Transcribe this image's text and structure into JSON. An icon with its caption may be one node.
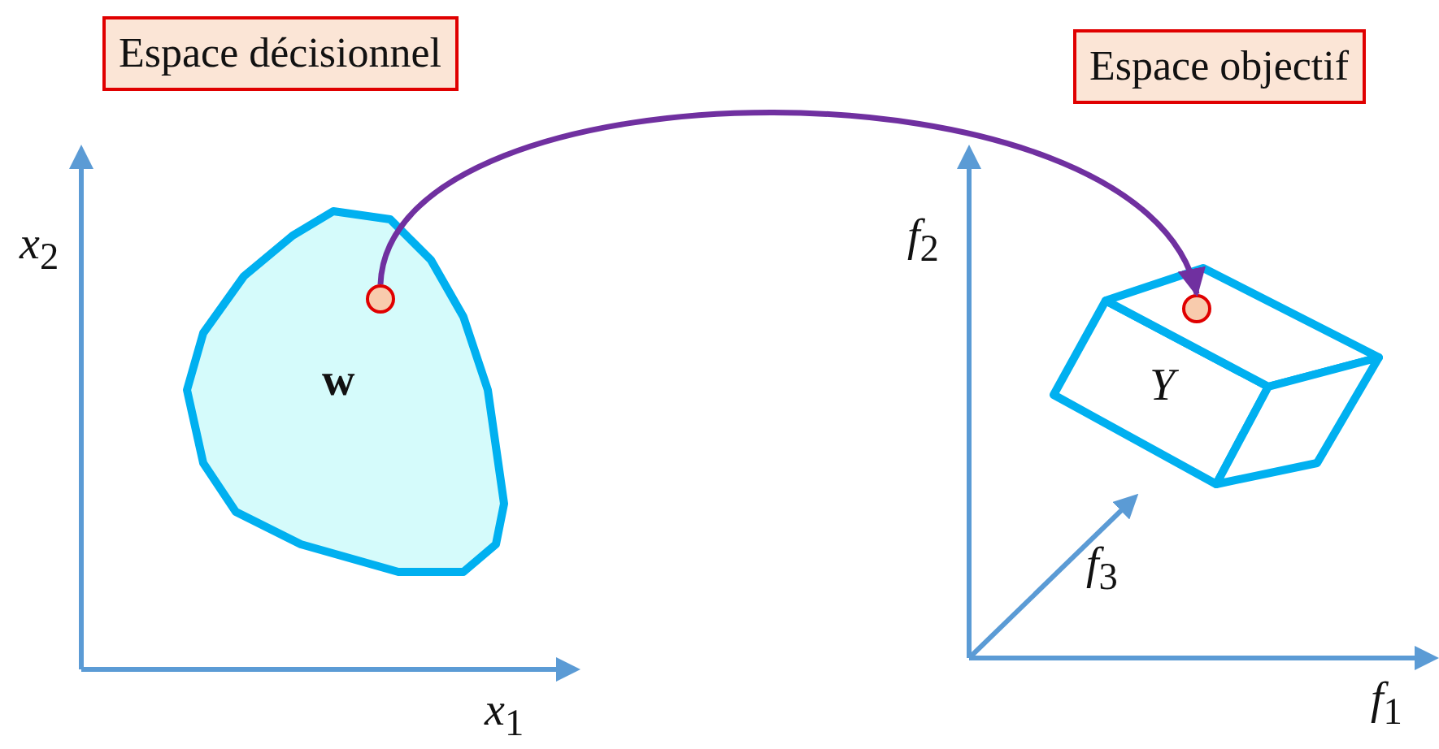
{
  "diagram": {
    "nodes": [
      {
        "text": [
          "Espace décisionnel"
        ]
      },
      {
        "text": [
          "Espace objectif"
        ]
      },
      {
        "text": [
          "w"
        ]
      },
      {
        "text": [],
        "shape": "circle",
        "in": 2
      },
      {
        "text": [
          "Y"
        ]
      },
      {
        "text": [],
        "shape": "circle",
        "in": 4
      }
    ],
    "edges": [
      {
        "from": 3,
        "to": 5,
        "arrow": "to",
        "color": "#7030a0"
      }
    ],
    "labels": [
      "*x*$_{2}$",
      "*x*$_{1}$",
      "*f*$_{2}$",
      "*f*$_{3}$",
      "*f*$_{1}$"
    ]
  }
}
